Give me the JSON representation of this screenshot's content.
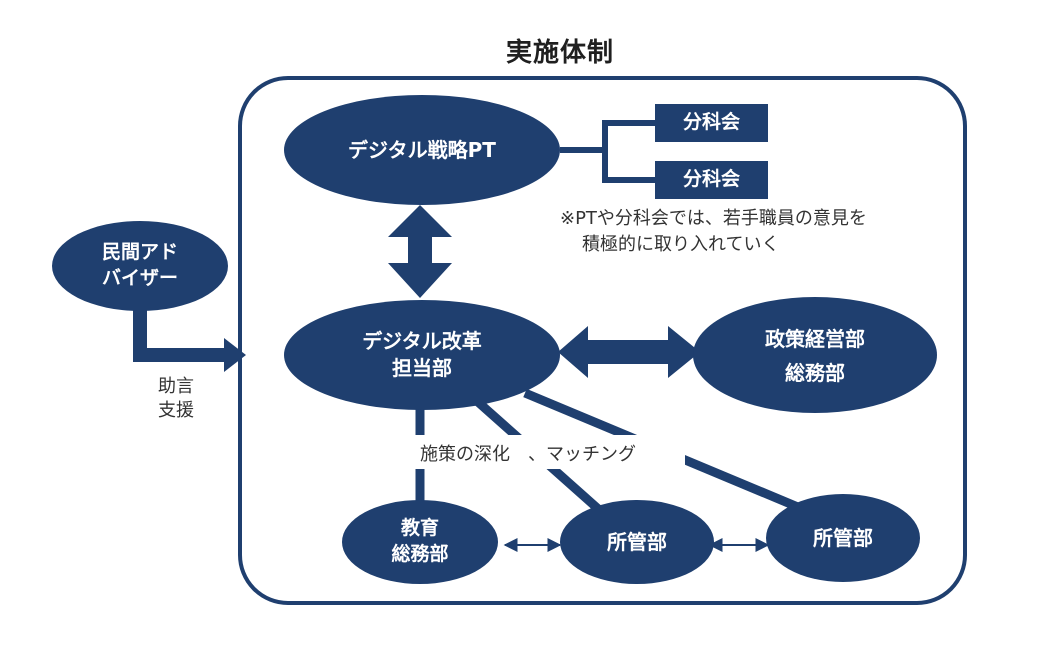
{
  "title": "実施体制",
  "nodes": {
    "digital_strategy_pt": "デジタル戦略PT",
    "subcommittee_1": "分科会",
    "subcommittee_2": "分科会",
    "digital_reform": [
      "デジタル改革",
      "担当部"
    ],
    "policy_management": [
      "政策経営部",
      "総務部"
    ],
    "private_advisor": [
      "民間アド",
      "バイザー"
    ],
    "education_general_affairs": [
      "教育",
      "総務部"
    ],
    "jurisdiction_1": "所管部",
    "jurisdiction_2": "所管部"
  },
  "note": [
    "※PTや分科会では、若手職員の意見を",
    "積極的に取り入れていく"
  ],
  "edge_labels": {
    "advice_support": [
      "助言",
      "支援"
    ],
    "policy_matching": "施策の深化　、マッチング"
  },
  "colors": {
    "navy": "#1f3f6f",
    "frame": "#1f3f6f"
  }
}
